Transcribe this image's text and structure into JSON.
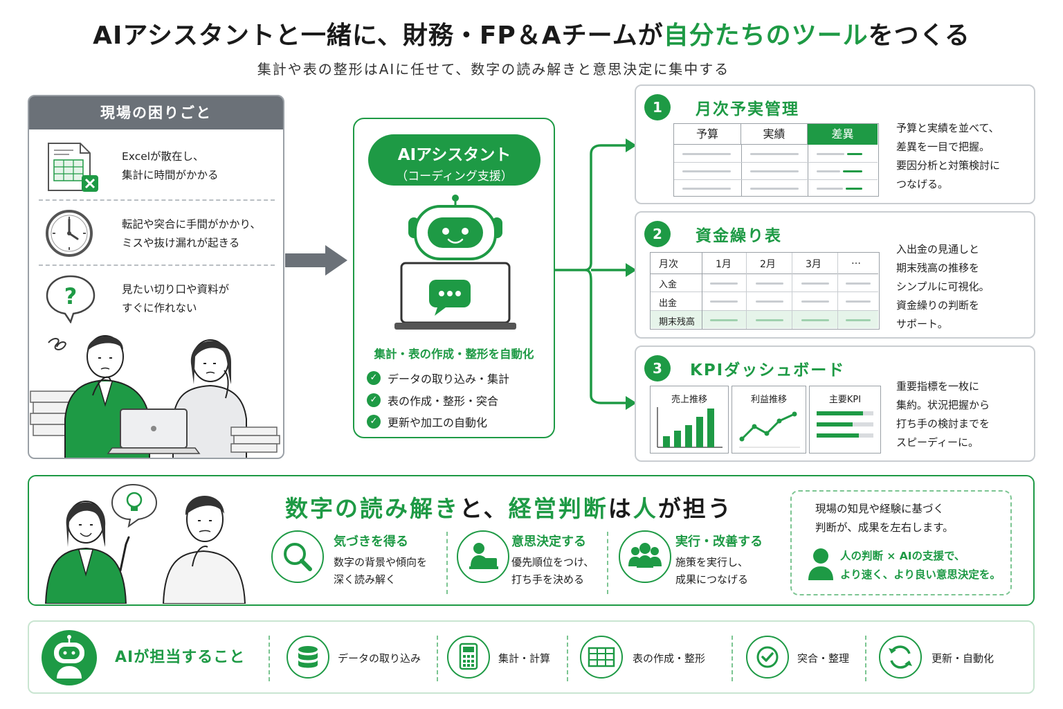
{
  "title": {
    "part1": "AIアシスタントと一緒に、財務・FP＆Aチームが",
    "part2": "自分たちのツール",
    "part3": "をつくる"
  },
  "subtitle": "集計や表の整形はAIに任せて、数字の読み解きと意思決定に集中する",
  "left_panel": {
    "header": "現場の困りごと",
    "problems": [
      {
        "line1": "Excelが散在し、",
        "line2": "集計に時間がかかる",
        "icon": "excel-error-icon"
      },
      {
        "line1": "転記や突合に手間がかかり、",
        "line2": "ミスや抜け漏れが起きる",
        "icon": "clock-icon"
      },
      {
        "line1": "見たい切り口や資料が",
        "line2": "すぐに作れない",
        "icon": "question-bubble-icon"
      }
    ]
  },
  "center": {
    "pill_line1": "AIアシスタント",
    "pill_line2": "（コーディング支援）",
    "auto_title": "集計・表の作成・整形を自動化",
    "checks": [
      "データの取り込み・集計",
      "表の作成・整形・突合",
      "更新や加工の自動化"
    ]
  },
  "cards": [
    {
      "num": "1",
      "title": "月次予実管理",
      "headers": [
        "予算",
        "実績",
        "差異"
      ],
      "desc": [
        "予算と実績を並べて、",
        "差異を一目で把握。",
        "要因分析と対策検討に",
        "つなげる。"
      ]
    },
    {
      "num": "2",
      "title": "資金繰り表",
      "headers": [
        "月次",
        "1月",
        "2月",
        "3月",
        "…"
      ],
      "rows": [
        "入金",
        "出金",
        "期末残高"
      ],
      "desc": [
        "入出金の見通しと",
        "期末残高の推移を",
        "シンプルに可視化。",
        "資金繰りの判断を",
        "サポート。"
      ]
    },
    {
      "num": "3",
      "title": "KPIダッシュボード",
      "panels": [
        "売上推移",
        "利益推移",
        "主要KPI"
      ],
      "desc": [
        "重要指標を一枚に",
        "集約。状況把握から",
        "打ち手の検討までを",
        "スピーディーに。"
      ]
    }
  ],
  "human": {
    "title_a": "数字の読み解き",
    "title_b": "と、",
    "title_c": "経営判断",
    "title_d": "は",
    "title_e": "人",
    "title_f": "が担う",
    "items": [
      {
        "head": "気づきを得る",
        "body1": "数字の背景や傾向を",
        "body2": "深く読み解く",
        "icon": "magnifier-icon"
      },
      {
        "head": "意思決定する",
        "body1": "優先順位をつけ、",
        "body2": "打ち手を決める",
        "icon": "person-desk-icon"
      },
      {
        "head": "実行・改善する",
        "body1": "施策を実行し、",
        "body2": "成果につなげる",
        "icon": "team-icon"
      }
    ],
    "note_line1": "現場の知見や経験に基づく",
    "note_line2": "判断が、成果を左右します。",
    "note_green1": "人の判断 × AIの支援で、",
    "note_green2": "より速く、より良い意思決定を。"
  },
  "ai_tasks": {
    "title": "AIが担当すること",
    "items": [
      {
        "label": "データの取り込み",
        "icon": "database-icon"
      },
      {
        "label": "集計・計算",
        "icon": "calculator-icon"
      },
      {
        "label": "表の作成・整形",
        "icon": "table-icon"
      },
      {
        "label": "突合・整理",
        "icon": "check-circle-icon"
      },
      {
        "label": "更新・自動化",
        "icon": "refresh-icon"
      }
    ]
  },
  "colors": {
    "green": "#1e9a45",
    "gray": "#6b7178",
    "light_green": "#e6f4ea"
  }
}
